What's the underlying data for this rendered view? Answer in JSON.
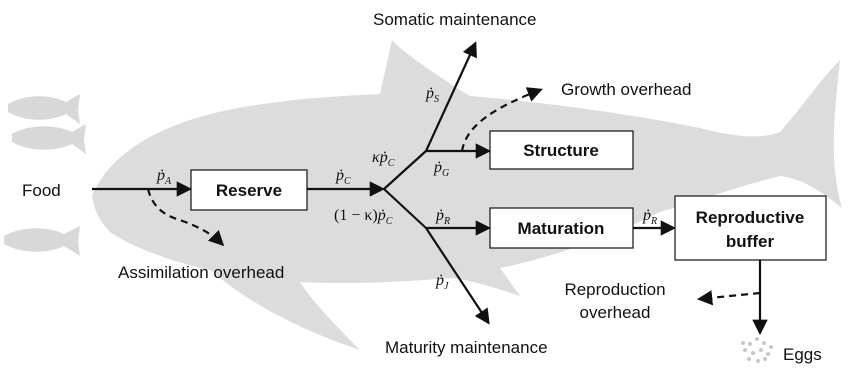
{
  "labels": {
    "food": "Food",
    "assimilation_overhead": "Assimilation overhead",
    "somatic_maintenance": "Somatic maintenance",
    "growth_overhead": "Growth overhead",
    "maturity_maintenance": "Maturity maintenance",
    "reproduction_overhead_1": "Reproduction",
    "reproduction_overhead_2": "overhead",
    "eggs": "Eggs"
  },
  "boxes": {
    "reserve": "Reserve",
    "structure": "Structure",
    "maturation": "Maturation",
    "reproductive_buffer_1": "Reproductive",
    "reproductive_buffer_2": "buffer"
  },
  "fluxes": {
    "assimilation": {
      "symbol": "ṗ",
      "sub": "A"
    },
    "mobilisation": {
      "symbol": "ṗ",
      "sub": "C"
    },
    "kappa_mobilisation": {
      "prefix": "κ",
      "symbol": "ṗ",
      "sub": "C"
    },
    "one_minus_kappa": {
      "prefix": "(1 − κ)",
      "symbol": "ṗ",
      "sub": "C"
    },
    "somatic": {
      "symbol": "ṗ",
      "sub": "S"
    },
    "growth": {
      "symbol": "ṗ",
      "sub": "G"
    },
    "maturity": {
      "symbol": "ṗ",
      "sub": "J"
    },
    "reproduction_1": {
      "symbol": "ṗ",
      "sub": "R"
    },
    "reproduction_2": {
      "symbol": "ṗ",
      "sub": "R"
    }
  },
  "colors": {
    "silhouette": "#dcdcdc",
    "ink": "#111111",
    "box_fill": "#ffffff"
  }
}
